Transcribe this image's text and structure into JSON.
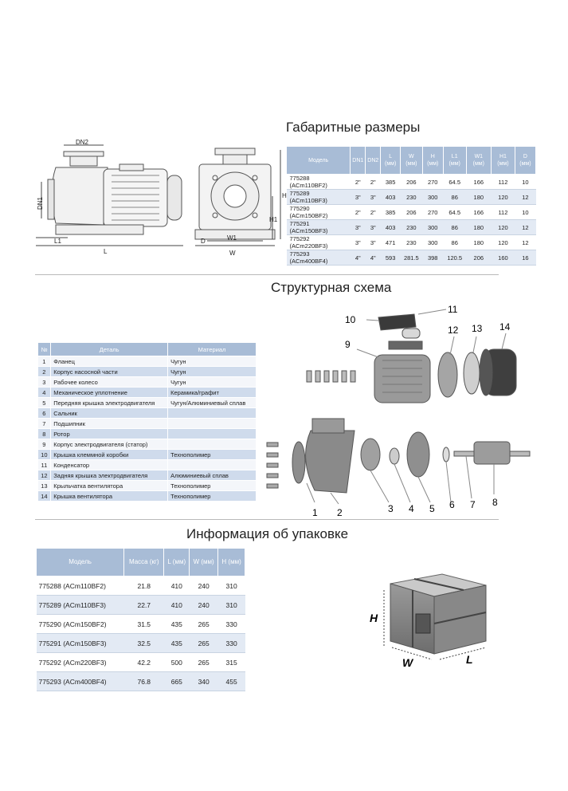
{
  "sections": {
    "dimensions_title": "Габаритные размеры",
    "structure_title": "Структурная схема",
    "packing_title": "Информация об упаковке"
  },
  "drawing_labels": {
    "dn2": "DN2",
    "dn1": "DN1",
    "l1": "L1",
    "l": "L",
    "d": "D",
    "w1": "W1",
    "w": "W",
    "h": "H",
    "h1": "H1"
  },
  "dims_table": {
    "headers": [
      "Модель",
      "DN1",
      "DN2",
      "L (мм)",
      "W (мм)",
      "H (мм)",
      "L1 (мм)",
      "W1 (мм)",
      "H1 (мм)",
      "D (мм)"
    ],
    "rows": [
      [
        "775288 (ACm110BF2)",
        "2\"",
        "2\"",
        "385",
        "206",
        "270",
        "64.5",
        "166",
        "112",
        "10"
      ],
      [
        "775289 (ACm110BF3)",
        "3\"",
        "3\"",
        "403",
        "230",
        "300",
        "86",
        "180",
        "120",
        "12"
      ],
      [
        "775290 (ACm150BF2)",
        "2\"",
        "2\"",
        "385",
        "206",
        "270",
        "64.5",
        "166",
        "112",
        "10"
      ],
      [
        "775291 (ACm150BF3)",
        "3\"",
        "3\"",
        "403",
        "230",
        "300",
        "86",
        "180",
        "120",
        "12"
      ],
      [
        "775292 (ACm220BF3)",
        "3\"",
        "3\"",
        "471",
        "230",
        "300",
        "86",
        "180",
        "120",
        "12"
      ],
      [
        "775293 (ACm400BF4)",
        "4\"",
        "4\"",
        "593",
        "281.5",
        "398",
        "120.5",
        "206",
        "160",
        "16"
      ]
    ]
  },
  "parts_table": {
    "headers": [
      "№",
      "Деталь",
      "Материал"
    ],
    "rows": [
      [
        "1",
        "Фланец",
        "Чугун"
      ],
      [
        "2",
        "Корпус насосной части",
        "Чугун"
      ],
      [
        "3",
        "Рабочее колесо",
        "Чугун"
      ],
      [
        "4",
        "Механическое уплотнение",
        "Керамика/графит"
      ],
      [
        "5",
        "Передняя крышка электродвигателя",
        "Чугун/Алюминиевый сплав"
      ],
      [
        "6",
        "Сальник",
        ""
      ],
      [
        "7",
        "Подшипник",
        ""
      ],
      [
        "8",
        "Ротор",
        ""
      ],
      [
        "9",
        "Корпус электродвигателя (статор)",
        ""
      ],
      [
        "10",
        "Крышка клеммной коробки",
        "Технополимер"
      ],
      [
        "11",
        "Конденсатор",
        ""
      ],
      [
        "12",
        "Задняя крышка электродвигателя",
        "Алюминиевый сплав"
      ],
      [
        "13",
        "Крыльчатка вентилятора",
        "Технополимер"
      ],
      [
        "14",
        "Крышка вентилятора",
        "Технополимер"
      ]
    ]
  },
  "callouts": [
    "1",
    "2",
    "3",
    "4",
    "5",
    "6",
    "7",
    "8",
    "9",
    "10",
    "11",
    "12",
    "13",
    "14"
  ],
  "pack_table": {
    "headers": [
      "Модель",
      "Масса (кг)",
      "L (мм)",
      "W (мм)",
      "H (мм)"
    ],
    "rows": [
      [
        "775288 (ACm110BF2)",
        "21.8",
        "410",
        "240",
        "310"
      ],
      [
        "775289 (ACm110BF3)",
        "22.7",
        "410",
        "240",
        "310"
      ],
      [
        "775290 (ACm150BF2)",
        "31.5",
        "435",
        "265",
        "330"
      ],
      [
        "775291 (ACm150BF3)",
        "32.5",
        "435",
        "265",
        "330"
      ],
      [
        "775292 (ACm220BF3)",
        "42.2",
        "500",
        "265",
        "315"
      ],
      [
        "775293 (ACm400BF4)",
        "76.8",
        "665",
        "340",
        "455"
      ]
    ]
  },
  "box_labels": {
    "h": "H",
    "w": "W",
    "l": "L"
  },
  "colors": {
    "header": "#a8bcd6",
    "row_alt": "#e3eaf4",
    "divider": "#b9b9b9"
  }
}
